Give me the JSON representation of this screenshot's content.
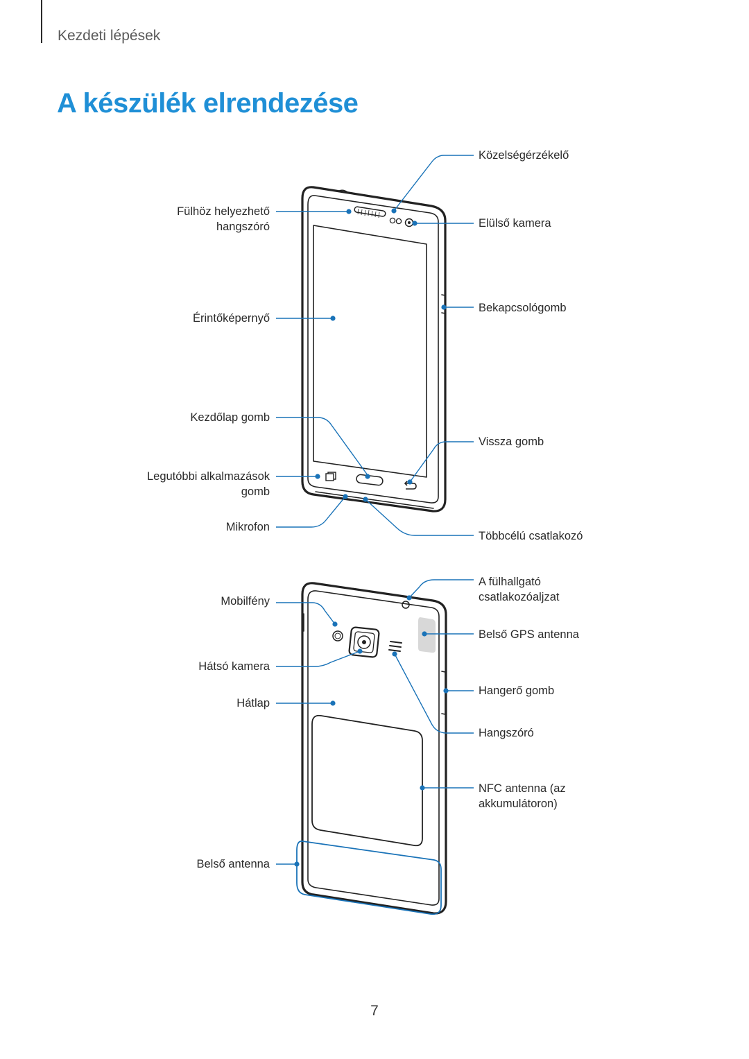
{
  "header": {
    "section": "Kezdeti lépések"
  },
  "title": "A készülék elrendezése",
  "colors": {
    "accent": "#1f8fd6",
    "line": "#1a73b8",
    "device": "#222222"
  },
  "front": {
    "labels": {
      "proximity": "Közelségérzékelő",
      "earpiece_1": "Fülhöz helyezhető",
      "earpiece_2": "hangszóró",
      "front_camera": "Elülső kamera",
      "power": "Bekapcsológomb",
      "touchscreen": "Érintőképernyő",
      "home": "Kezdőlap gomb",
      "back": "Vissza gomb",
      "recent_1": "Legutóbbi alkalmazások",
      "recent_2": "gomb",
      "mic": "Mikrofon",
      "multipurpose": "Többcélú csatlakozó"
    }
  },
  "rear": {
    "labels": {
      "headset_1": "A fülhallgató",
      "headset_2": "csatlakozóaljzat",
      "flash": "Mobilfény",
      "gps": "Belső GPS antenna",
      "rear_camera": "Hátsó kamera",
      "volume": "Hangerő gomb",
      "back_cover": "Hátlap",
      "speaker": "Hangszóró",
      "nfc_1": "NFC antenna (az",
      "nfc_2": "akkumulátoron)",
      "main_antenna": "Belső antenna"
    }
  },
  "page_number": "7"
}
